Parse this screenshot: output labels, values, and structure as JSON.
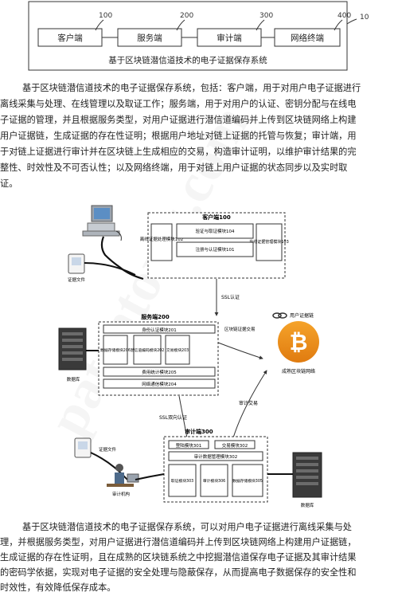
{
  "top_figure": {
    "ref_numbers": [
      "100",
      "200",
      "300",
      "400",
      "10"
    ],
    "boxes": [
      "客户端",
      "服务端",
      "审计端",
      "网络终端"
    ],
    "caption": "基于区块链潜信道技术的电子证据保存系统"
  },
  "paragraph1": [
    "基于区块链潜信道技术的电子证据保存系统，包括：客户端，用于对用户电子证据进行",
    "离线采集与处理、在线管理以及取证工作；服务端，用于对用户的认证、密钥分配与在线电",
    "子证据的管理，并且根据服务类型，对用户证据进行潜信道编码并上传到区块链网络上构建",
    "用户证据链，生成证据的存在性证明；根据用户地址对链上证据的托管与恢复；审计端，用",
    "于对链上证据进行审计并在区块链上生成相应的交易，构造审计证明，以维护审计结果的完",
    "整性、时效性及不可否认性；以及网络终端，用于对链上用户证据的状态同步以及实时取",
    "证。"
  ],
  "diagram": {
    "client_title": "客户端100",
    "client_modules": {
      "offline": "离线证据处理模块102",
      "verify": "验证与取证模块104",
      "online": "在线证据管理模块103",
      "register": "注册与认证模块101"
    },
    "evidence_file": "证据文件",
    "ssl_auth": "SSL认证",
    "server_title": "服务端200",
    "server_modules": {
      "identity": "身份认证模块201",
      "storage": "数据存储模块206",
      "covert": "潜信道编码模块202",
      "trade": "交易模块203",
      "cost": "费用统计模块205",
      "net": "网络通信模块204"
    },
    "database": "数据库",
    "chain_tx": "区块链证据交易",
    "user_chain": "用户证据链",
    "btc_network": "成熟区块链网络",
    "audit_tx": "审计交易",
    "ssl_mutual": "SSL双向认证",
    "audit_title": "审计端300",
    "audit_modules": {
      "login": "登陆模块301",
      "trade": "交易模块302",
      "manage": "审计数据管理模块302",
      "forensic": "取证模块303",
      "audit": "审计模块306",
      "store": "数据存储模块305"
    },
    "evidence_file2": "证据文件",
    "audit_org": "审计机构",
    "database2": "数据库",
    "btc_symbol": "₿"
  },
  "paragraph2": [
    "基于区块链潜信道技术的电子证据保存系统，可以对用户电子证据进行离线采集与处",
    "理，并根据服务类型，对用户证据进行潜信道编码并上传到区块链网络上构建用户证据链，",
    "生成证据的存在性证明，且在成熟的区块链系统之中挖掘潜信道保存电子证据及其审计结果",
    "的密码学依据，实现对电子证据的安全处理与隐蔽保存，从而提高电子数据保存的安全性和",
    "时效性，有效降低保存成本。"
  ],
  "watermark": "patentorcs.com"
}
